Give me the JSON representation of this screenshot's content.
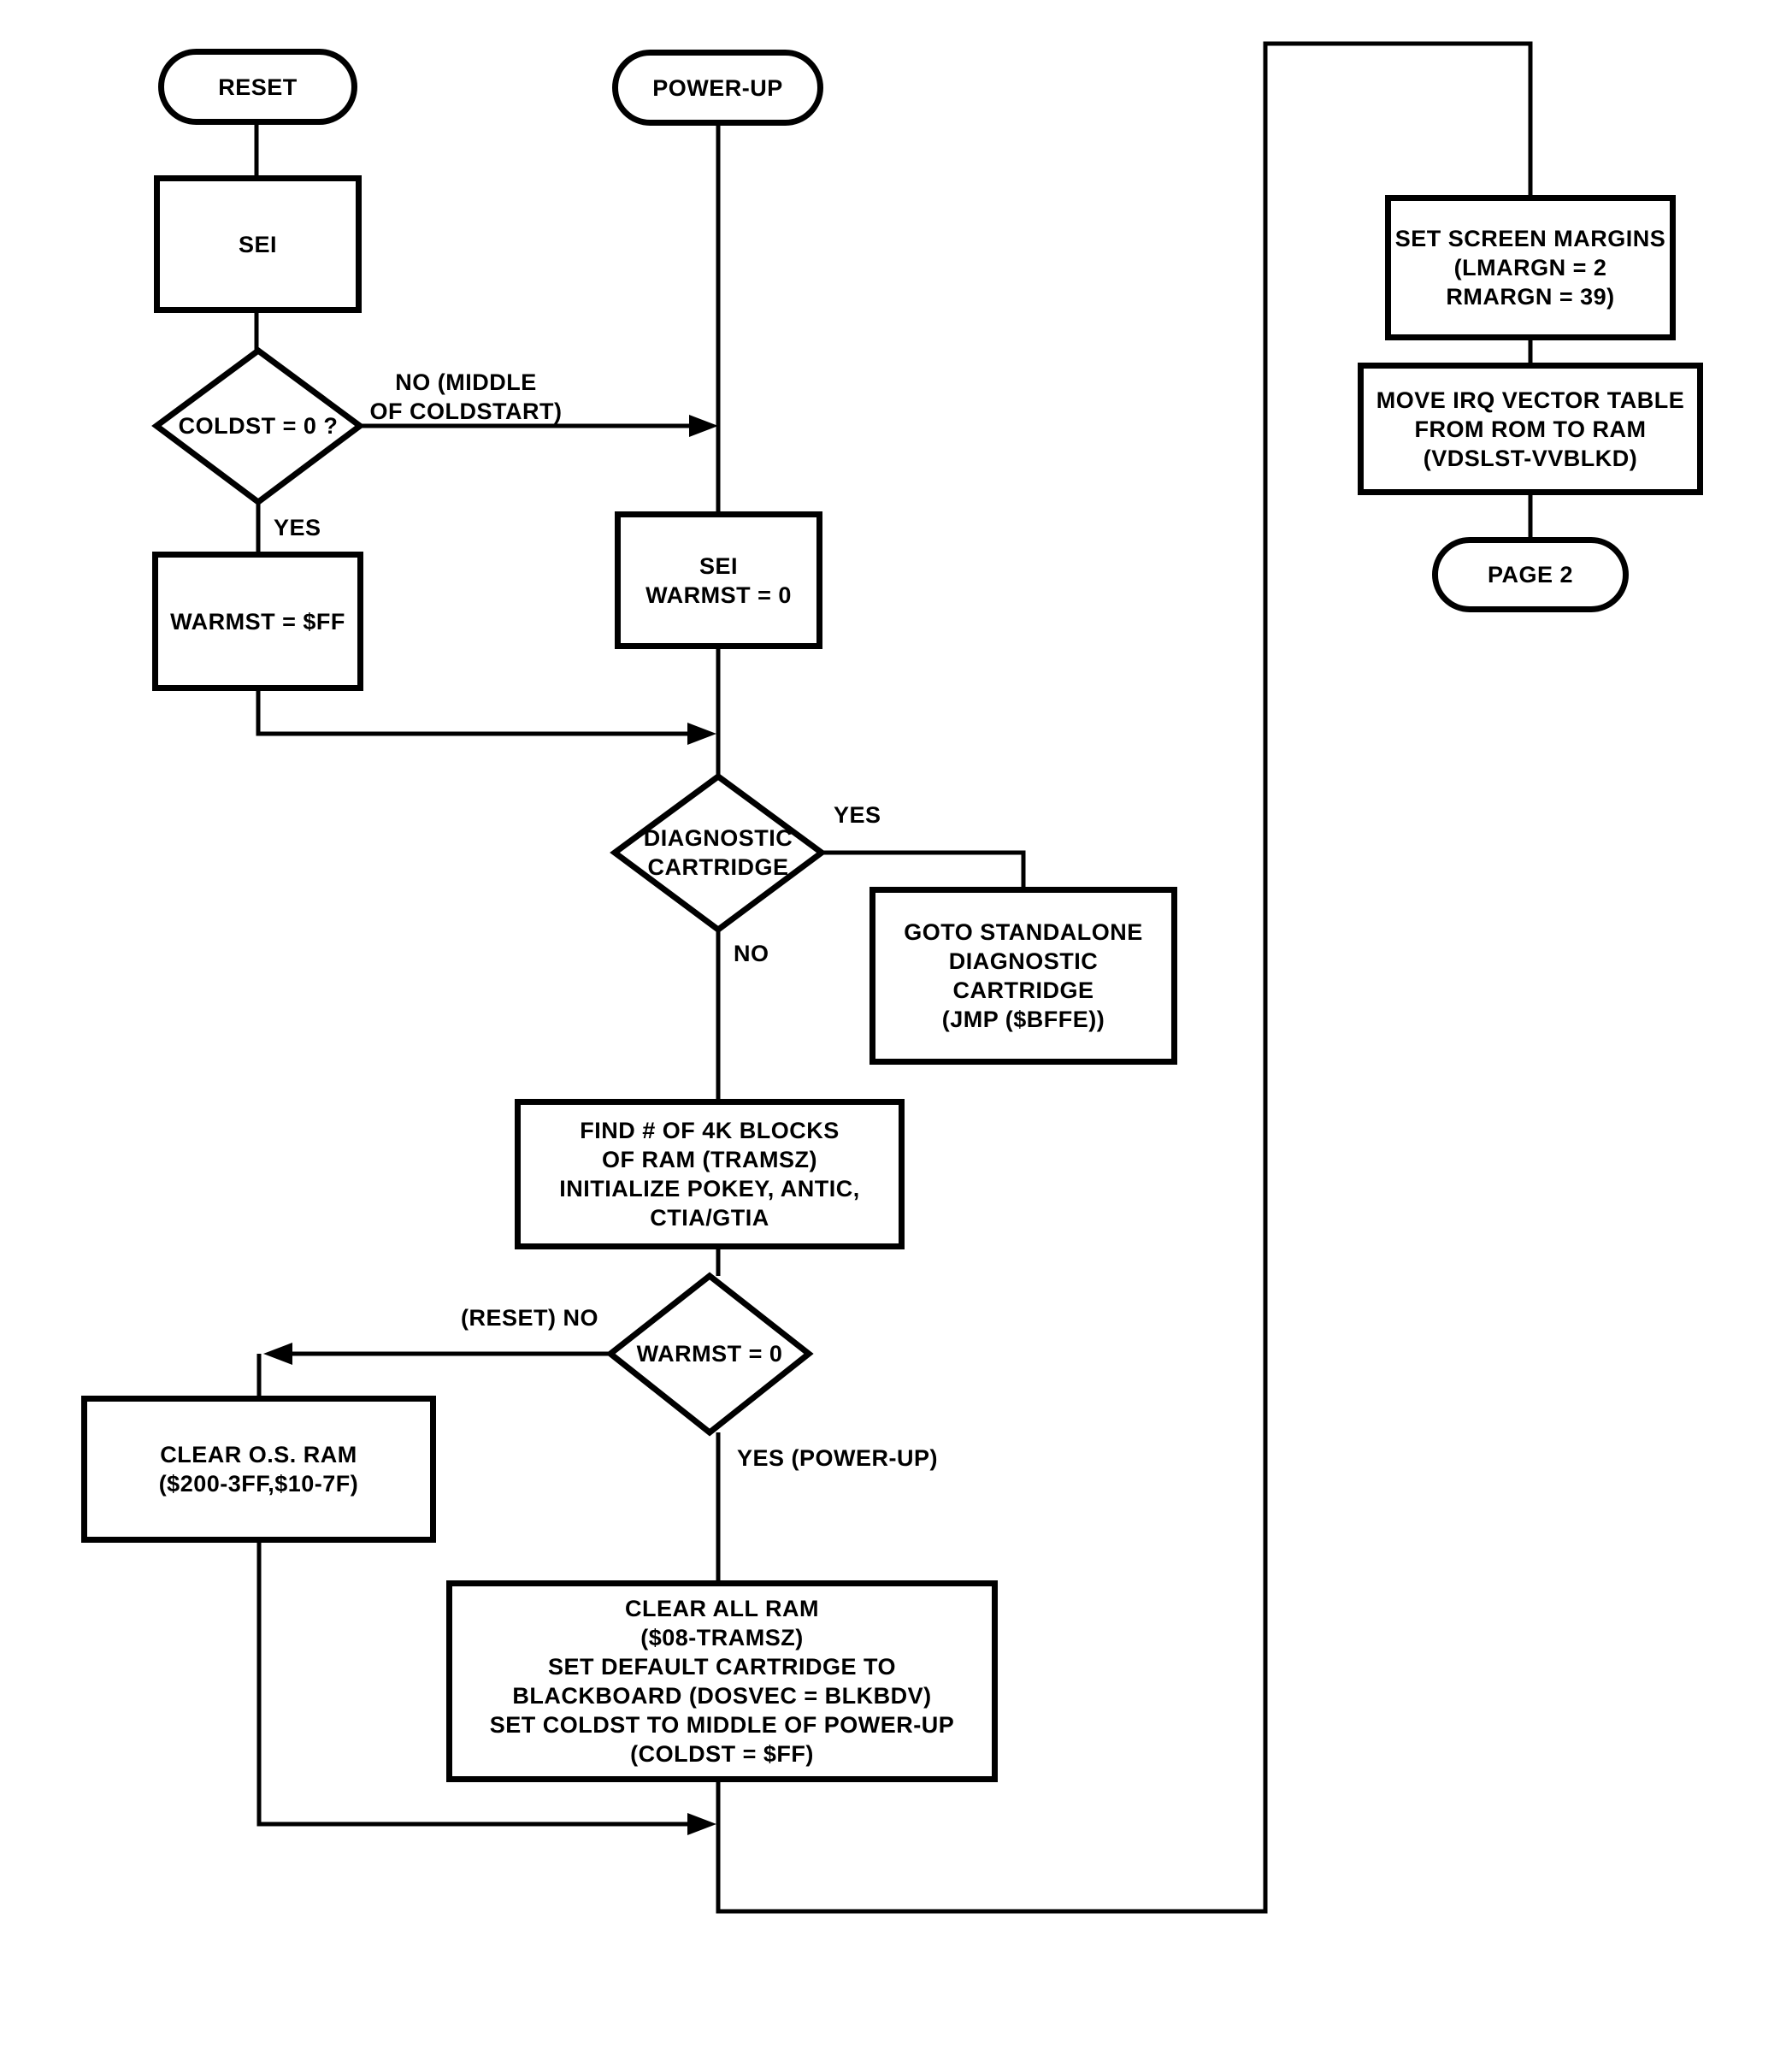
{
  "diagram": {
    "colors": {
      "ink": "#000000",
      "paper": "#ffffff"
    },
    "nodes": {
      "reset": {
        "type": "terminal",
        "label": "RESET"
      },
      "sei": {
        "type": "process",
        "label": "SEI"
      },
      "coldst": {
        "type": "decision",
        "label": "COLDST = 0 ?"
      },
      "warmst_ff": {
        "type": "process",
        "label": "WARMST = $FF"
      },
      "power_up": {
        "type": "terminal",
        "label": "POWER-UP"
      },
      "sei_warmst": {
        "type": "process",
        "label": "SEI\nWARMST = 0"
      },
      "diag": {
        "type": "decision",
        "label": "DIAGNOSTIC\nCARTRIDGE"
      },
      "goto_diag": {
        "type": "process",
        "label": "GOTO STANDALONE\nDIAGNOSTIC\nCARTRIDGE\n(JMP ($BFFE))"
      },
      "find_ram": {
        "type": "process",
        "label": "FIND # OF 4K BLOCKS\nOF RAM (TRAMSZ)\nINITIALIZE POKEY, ANTIC,\nCTIA/GTIA"
      },
      "warmst_0": {
        "type": "decision",
        "label": "WARMST = 0"
      },
      "clear_os": {
        "type": "process",
        "label": "CLEAR O.S. RAM\n($200-3FF,$10-7F)"
      },
      "clear_all": {
        "type": "process",
        "label": "CLEAR ALL RAM\n($08-TRAMSZ)\nSET DEFAULT CARTRIDGE TO\nBLACKBOARD (DOSVEC = BLKBDV)\nSET COLDST TO MIDDLE OF POWER-UP\n(COLDST = $FF)"
      },
      "set_margins": {
        "type": "process",
        "label": "SET SCREEN MARGINS\n(LMARGN = 2\nRMARGN = 39)"
      },
      "move_irq": {
        "type": "process",
        "label": "MOVE IRQ VECTOR TABLE\nFROM ROM TO RAM\n(VDSLST-VVBLKD)"
      },
      "page_2": {
        "type": "terminal",
        "label": "PAGE 2"
      }
    },
    "edge_labels": {
      "no_middle": "NO (MIDDLE\nOF COLDSTART)",
      "yes_coldst": "YES",
      "yes_diag": "YES",
      "no_diag": "NO",
      "reset_no": "(RESET) NO",
      "yes_powerup": "YES (POWER-UP)"
    },
    "edges": [
      {
        "from": "reset",
        "to": "sei",
        "label": ""
      },
      {
        "from": "sei",
        "to": "coldst",
        "label": ""
      },
      {
        "from": "coldst",
        "to": "sei_warmst",
        "label": "NO (MIDDLE OF COLDSTART)"
      },
      {
        "from": "coldst",
        "to": "warmst_ff",
        "label": "YES"
      },
      {
        "from": "warmst_ff",
        "to": "diag",
        "label": ""
      },
      {
        "from": "power_up",
        "to": "sei_warmst",
        "label": ""
      },
      {
        "from": "sei_warmst",
        "to": "diag",
        "label": ""
      },
      {
        "from": "diag",
        "to": "goto_diag",
        "label": "YES"
      },
      {
        "from": "diag",
        "to": "find_ram",
        "label": "NO"
      },
      {
        "from": "find_ram",
        "to": "warmst_0",
        "label": ""
      },
      {
        "from": "warmst_0",
        "to": "clear_os",
        "label": "(RESET) NO"
      },
      {
        "from": "warmst_0",
        "to": "clear_all",
        "label": "YES (POWER-UP)"
      },
      {
        "from": "clear_os",
        "to": "set_margins",
        "label": ""
      },
      {
        "from": "clear_all",
        "to": "set_margins",
        "label": ""
      },
      {
        "from": "set_margins",
        "to": "move_irq",
        "label": ""
      },
      {
        "from": "move_irq",
        "to": "page_2",
        "label": ""
      }
    ]
  }
}
